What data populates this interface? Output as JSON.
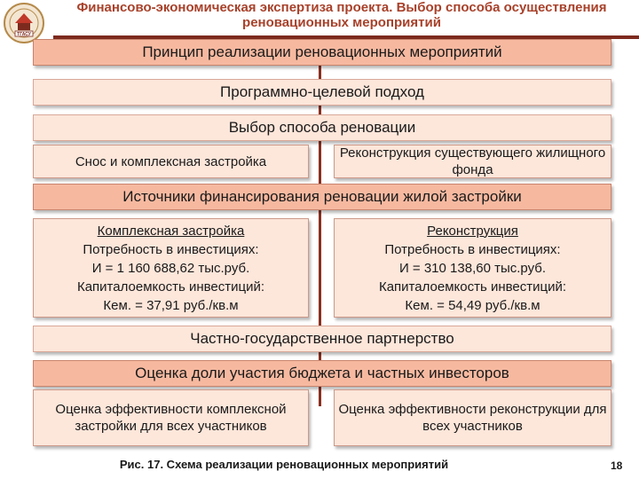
{
  "header": {
    "logo_text": "ТГАСУ",
    "title": "Финансово-экономическая экспертиза проекта. Выбор способа осуществления реновационных мероприятий"
  },
  "diagram": {
    "principle": "Принцип реализации реновационных мероприятий",
    "approach": "Программно-целевой подход",
    "choice": "Выбор способа реновации",
    "option_left": "Снос и комплексная застройка",
    "option_right": "Реконструкция существующего жилищного фонда",
    "sources": "Источники финансирования реновации жилой застройки",
    "left_detail": {
      "title": "Комплексная застройка",
      "line1": "Потребность в инвестициях:",
      "line2": "И = 1 160 688,62 тыс.руб.",
      "line3": "Капиталоемкость инвестиций:",
      "line4": "Кем. = 37,91 руб./кв.м"
    },
    "right_detail": {
      "title": "Реконструкция",
      "line1": "Потребность в инвестициях:",
      "line2": "И = 310 138,60 тыс.руб.",
      "line3": "Капиталоемкость инвестиций:",
      "line4": "Кем. = 54,49 руб./кв.м"
    },
    "partnership": "Частно-государственное партнерство",
    "budget_share": "Оценка доли участия бюджета и частных инвесторов",
    "eval_left": "Оценка эффективности комплексной застройки для всех участников",
    "eval_right": "Оценка эффективности реконструкции для всех участников"
  },
  "footer": {
    "caption": "Рис. 17. Схема реализации реновационных мероприятий",
    "page": "18"
  },
  "colors": {
    "accent_box": "#f6b9a0",
    "light_box": "#fde6da",
    "title_color": "#a8412a",
    "line_color": "#8b2e1f"
  }
}
